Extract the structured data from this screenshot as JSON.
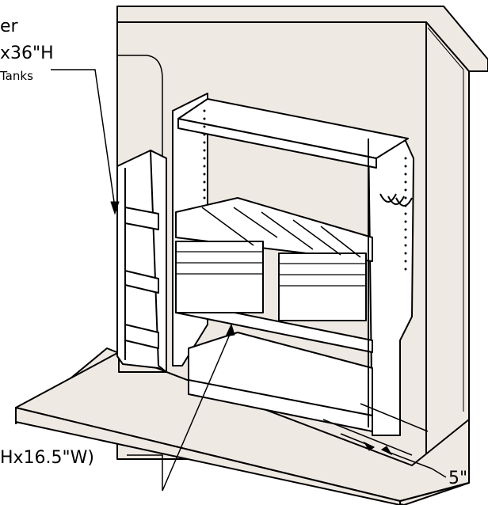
{
  "colors": {
    "line": "#000000",
    "wall_fill": "#efe9e3",
    "paper": "#ffffff"
  },
  "labels": {
    "top_line1": "er",
    "top_line2": "x36\"H",
    "top_line3": "Tanks",
    "bottom_left": "Hx16.5\"W)",
    "dimension": "5\""
  }
}
